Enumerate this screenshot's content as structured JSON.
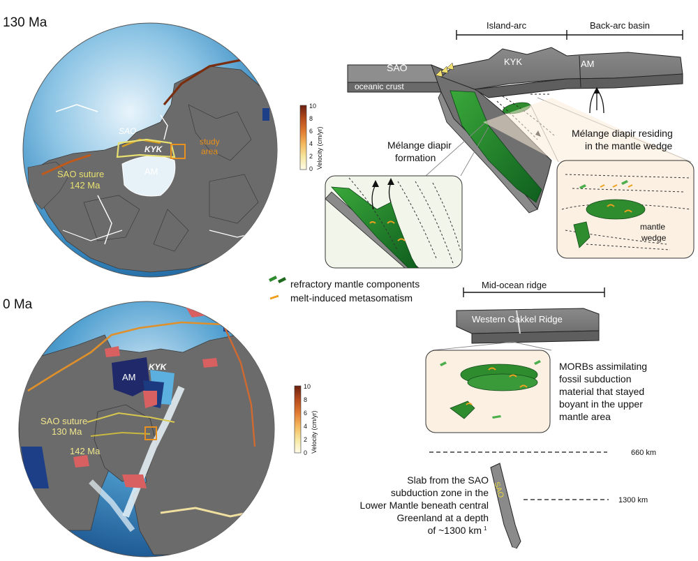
{
  "panel_top": {
    "age_label": "130 Ma",
    "sao_label": "SAO",
    "kyk_label": "KYK",
    "am_label": "AM",
    "study_area_line1": "study",
    "study_area_line2": "area",
    "suture_line1": "SAO suture",
    "suture_line2": "142 Ma",
    "colorbar_title": "Velocity (cm/yr)",
    "colorbar_ticks": [
      "10",
      "8",
      "6",
      "4",
      "2",
      "0"
    ]
  },
  "panel_bottom": {
    "age_label": "0 Ma",
    "kyk_label": "KYK",
    "am_label": "AM",
    "suture_line1": "SAO suture",
    "suture_line2": "130 Ma",
    "suture_line3": "142 Ma",
    "colorbar_title": "Velocity (cm/yr)",
    "colorbar_ticks": [
      "10",
      "8",
      "6",
      "4",
      "2",
      "0"
    ]
  },
  "subduction_diagram": {
    "island_arc": "Island-arc",
    "back_arc": "Back-arc basin",
    "sao": "SAO",
    "kyk": "KYK",
    "am": "AM",
    "oceanic_crust": "oceanic crust",
    "diapir_formation_line1": "Mélange diapir",
    "diapir_formation_line2": "formation",
    "diapir_residing_line1": "Mélange diapir residing",
    "diapir_residing_line2": "in the mantle wedge",
    "mantle_wedge_line1": "mantle",
    "mantle_wedge_line2": "wedge"
  },
  "legend": {
    "refractory": "refractory mantle components",
    "melt": "melt-induced metasomatism",
    "refractory_color": "#2e8b2e",
    "melt_color": "#f0a020"
  },
  "ridge_diagram": {
    "mid_ocean_ridge": "Mid-ocean ridge",
    "ridge_name": "Western Gakkel Ridge",
    "morb_line1": "MORBs assimilating",
    "morb_line2": "fossil subduction",
    "morb_line3": "material that stayed",
    "morb_line4": "boyant in the upper",
    "morb_line5": "mantle area",
    "depth_660": "660 km",
    "depth_1300": "1300  km",
    "slab_line1": "Slab from the SAO",
    "slab_line2": "subduction zone in the",
    "slab_line3": "Lower Mantle beneath central",
    "slab_line4": "Greenland at a depth",
    "slab_line5": "of ~1300 km",
    "slab_footnote": "1",
    "slab_tag": "SAO"
  }
}
